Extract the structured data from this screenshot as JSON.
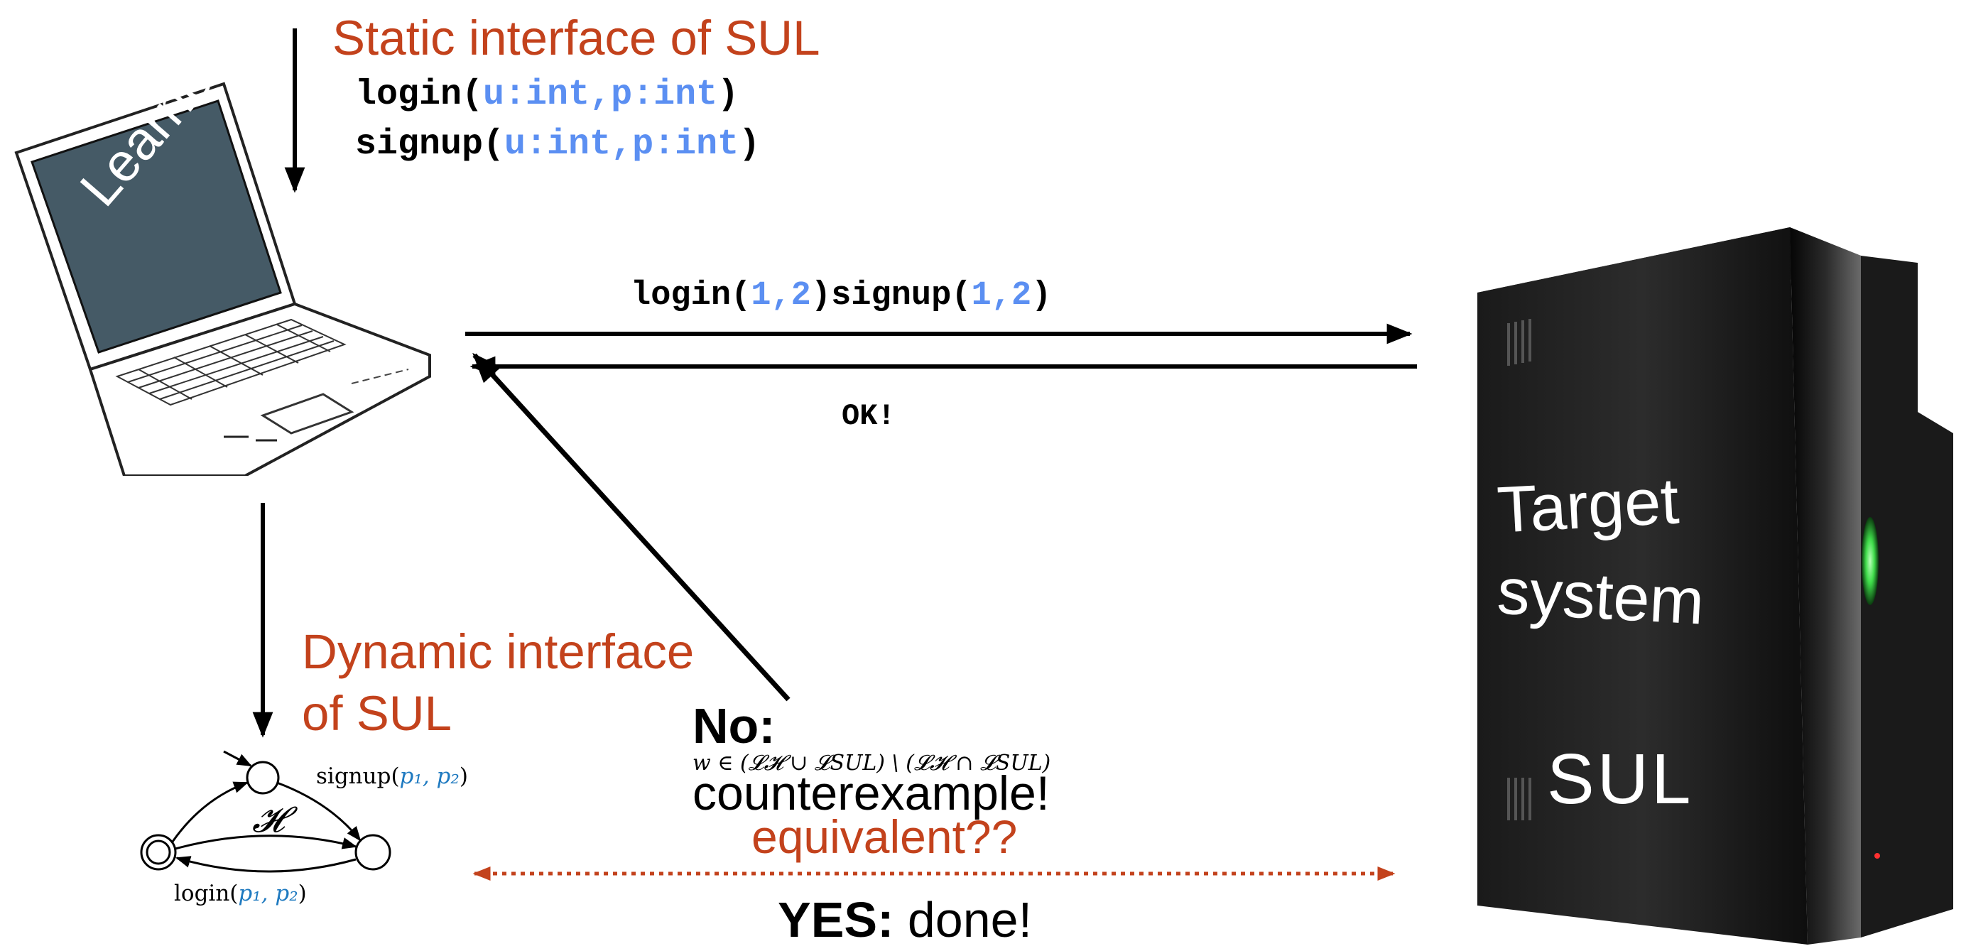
{
  "static_interface": {
    "title": "Static interface of SUL",
    "lines": [
      {
        "name": "login",
        "open": "(",
        "params": "u:int,p:int",
        "close": ")"
      },
      {
        "name": "signup",
        "open": "(",
        "params": "u:int,p:int",
        "close": ")"
      }
    ]
  },
  "learner": {
    "label": "Learner"
  },
  "query": {
    "call1_name": "login",
    "call1_args": "1,2",
    "call2_name": "signup",
    "call2_args": "1,2",
    "response": "OK!"
  },
  "dynamic_interface": {
    "title_line1": "Dynamic interface",
    "title_line2": "of SUL"
  },
  "hypothesis": {
    "label": "𝓗",
    "edge_top_name": "signup(",
    "edge_top_args": "p₁, p₂",
    "edge_bottom_name": "login(",
    "edge_bottom_args": "p₁, p₂",
    "paren_close": ")"
  },
  "equivalence": {
    "question": "equivalent??",
    "no_label": "No:",
    "formula": "w ∈ (𝓛𝓗 ∪ 𝓛SUL) \\ (𝓛𝓗 ∩ 𝓛SUL)",
    "counterexample": "counterexample!",
    "yes_label": "YES:",
    "yes_text": "done!"
  },
  "target": {
    "line1": "Target",
    "line2": "system",
    "line3": "SUL"
  },
  "colors": {
    "accent_red": "#c3421c",
    "param_blue": "#5b8ff2",
    "led_green": "#3fdc4a"
  }
}
